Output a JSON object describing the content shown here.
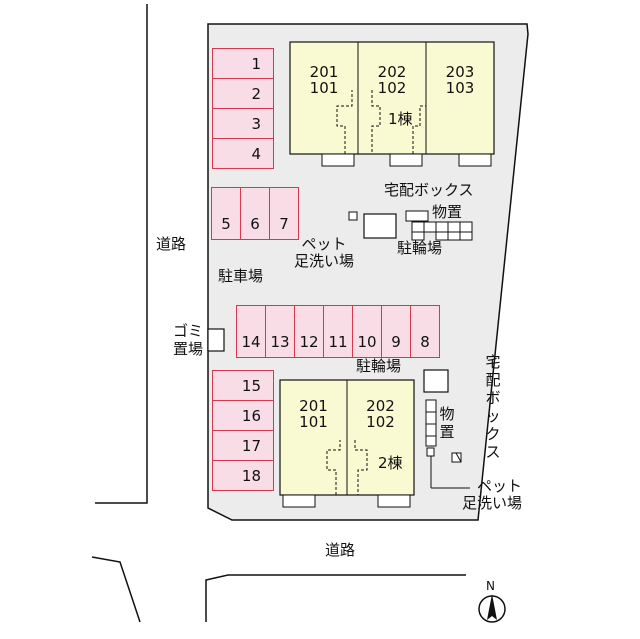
{
  "labels": {
    "road_west": "道路",
    "road_south": "道路",
    "parking": "駐車場",
    "garbage": "ゴミ置場",
    "pet_wash_1": "ペット\n足洗い場",
    "bicycle_1": "駐輪場",
    "delivery_box_1": "宅配ボックス",
    "storage_1": "物置",
    "bicycle_2": "駐輪場",
    "storage_2": "物置",
    "delivery_box_2": "宅配ボックス",
    "pet_wash_2": "ペット\n足洗い場",
    "north": "N"
  },
  "building1": {
    "name": "1棟",
    "units": [
      {
        "upper": "201",
        "lower": "101"
      },
      {
        "upper": "202",
        "lower": "102"
      },
      {
        "upper": "203",
        "lower": "103"
      }
    ]
  },
  "building2": {
    "name": "2棟",
    "units": [
      {
        "upper": "201",
        "lower": "101"
      },
      {
        "upper": "202",
        "lower": "102"
      }
    ]
  },
  "parking_spaces": {
    "group_a": [
      "1",
      "2",
      "3",
      "4"
    ],
    "group_b": [
      "5",
      "6",
      "7"
    ],
    "group_c": [
      "14",
      "13",
      "12",
      "11",
      "10",
      "9",
      "8"
    ],
    "group_d": [
      "15",
      "16",
      "17",
      "18"
    ]
  },
  "colors": {
    "site": "#ececec",
    "building": "#fafad2",
    "parking_fill": "#f8dde6",
    "parking_border": "#d8374f"
  }
}
